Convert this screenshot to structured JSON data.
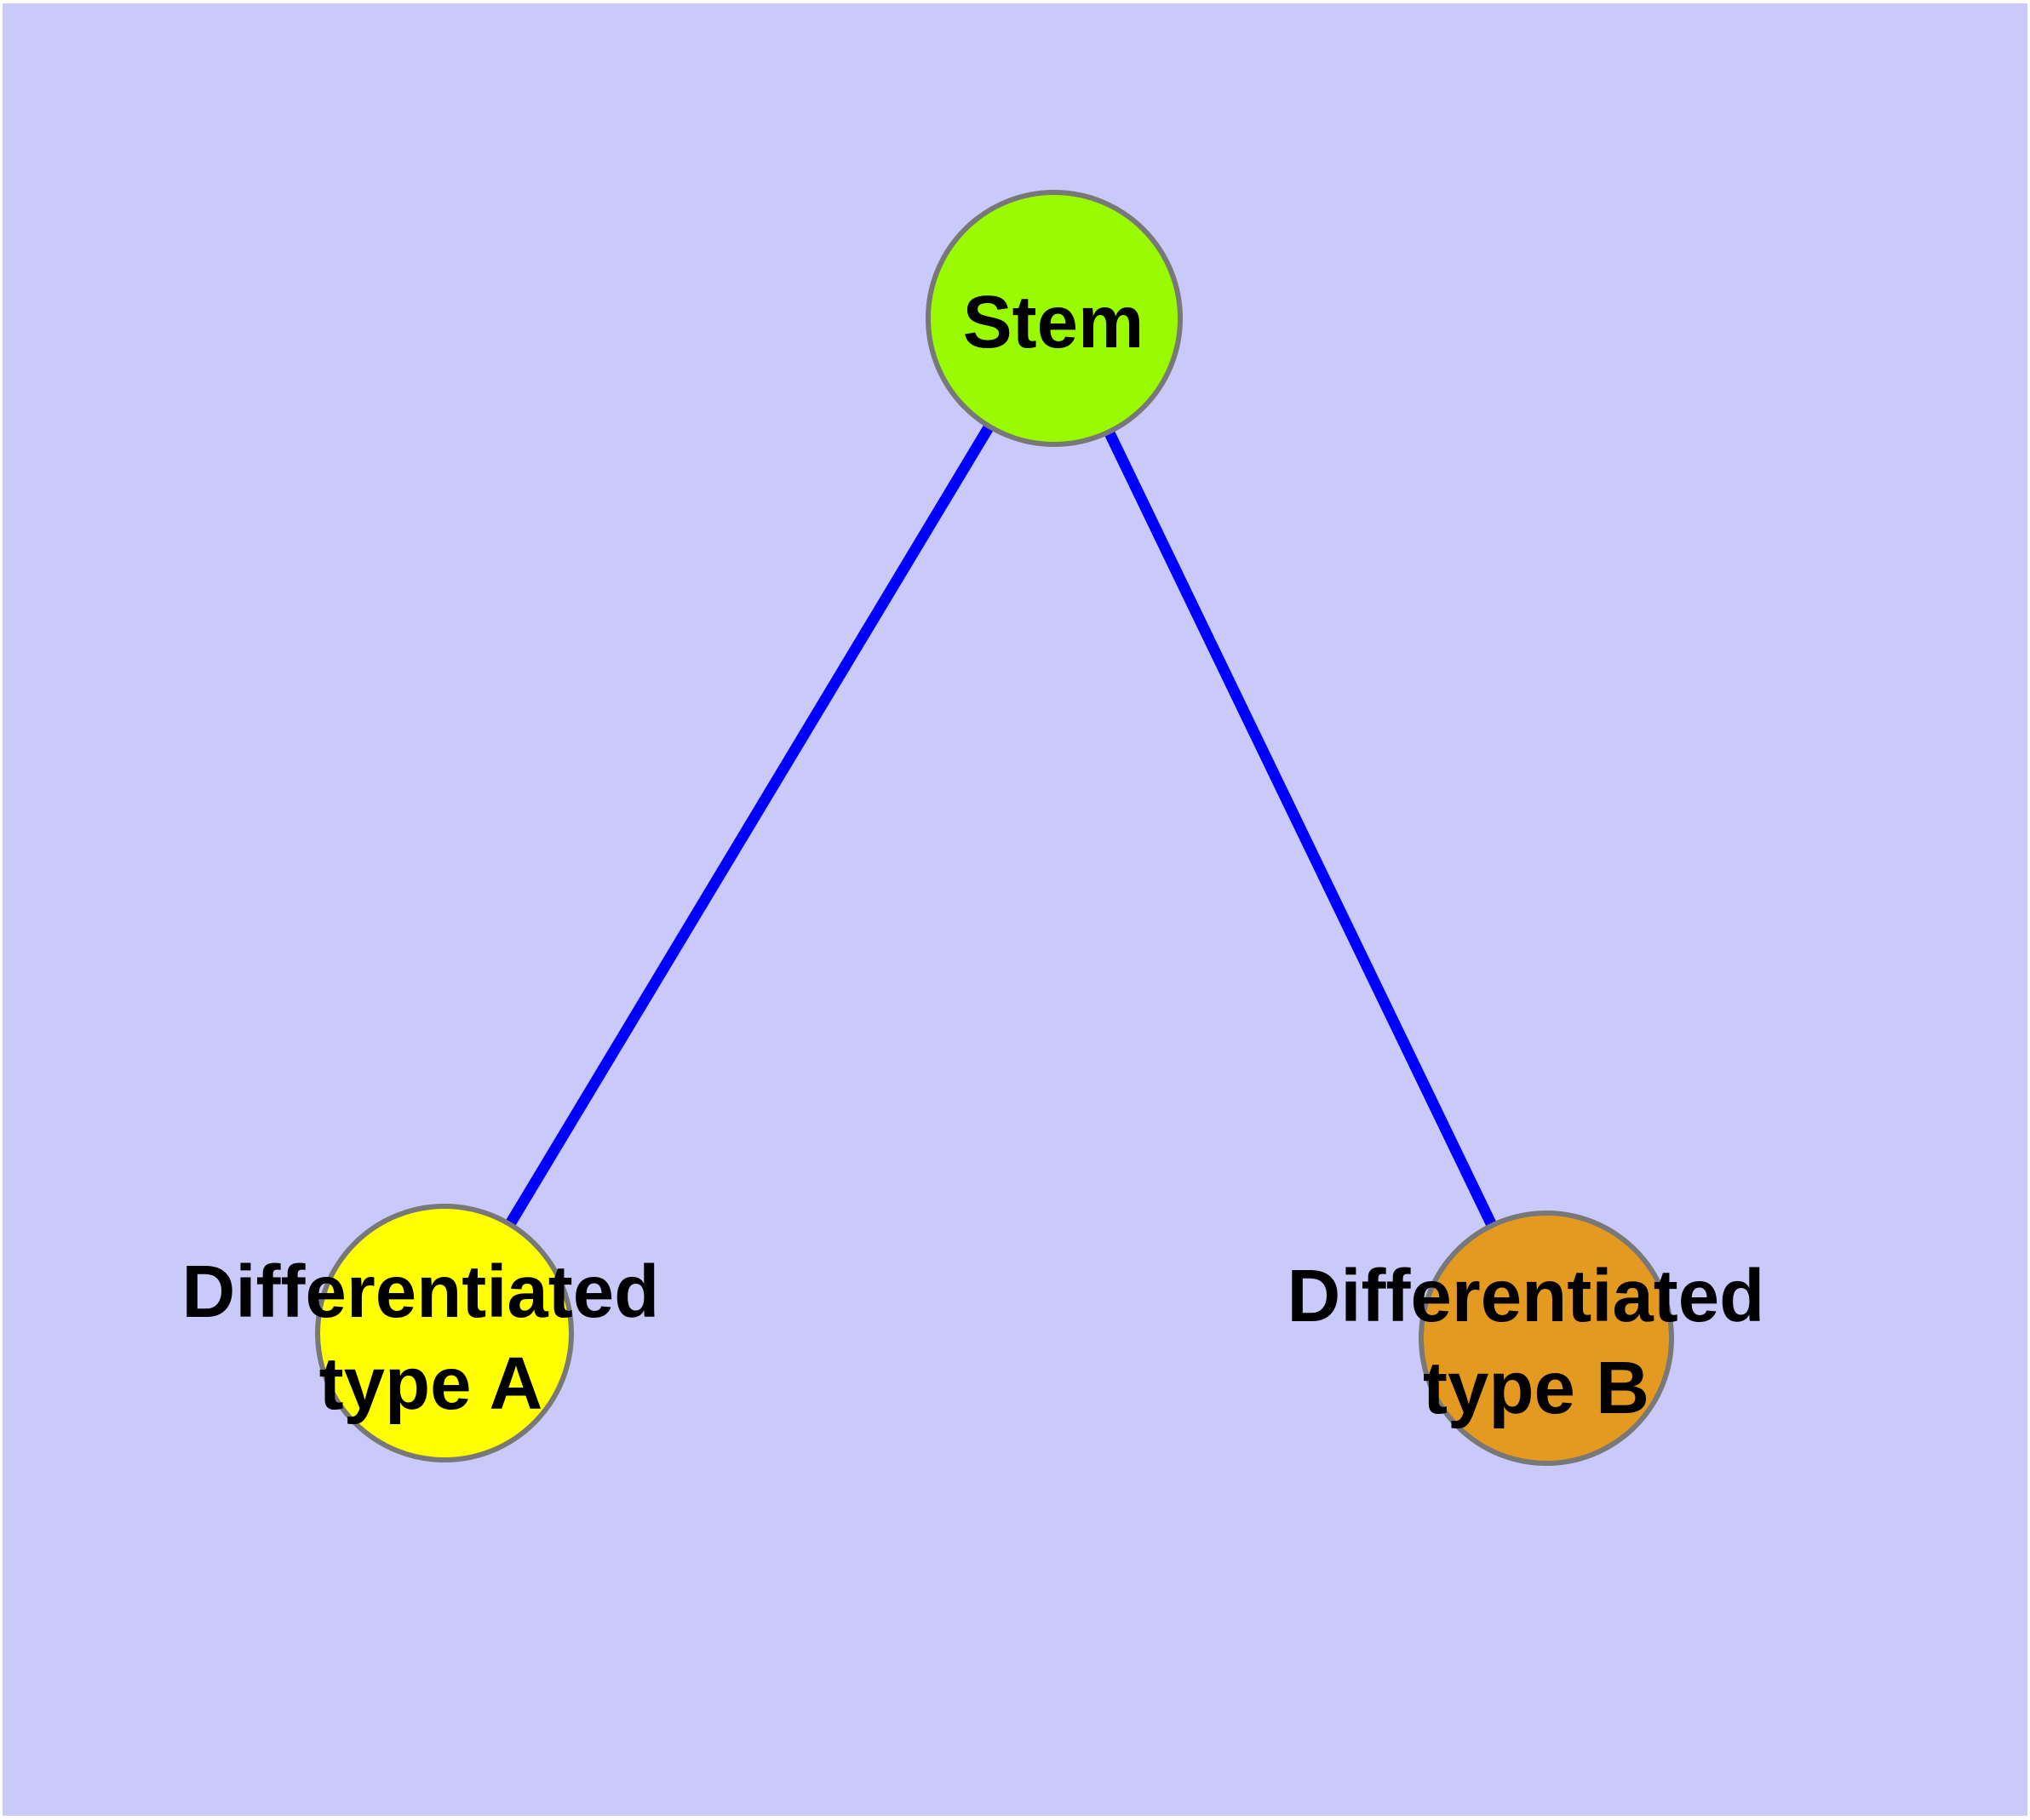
{
  "figure": {
    "title": "",
    "background_color": "#C9C9FA",
    "page_margin_color": "#FFFFFF",
    "edge_color": "#0000FF",
    "node_border_color": "#787878",
    "label_color": "#000000"
  },
  "nodes": {
    "stem": {
      "id": "stem",
      "label": "Stem",
      "fill": "#9AFB00"
    },
    "type_a": {
      "id": "type_a",
      "label": "Differentiated type A",
      "label_lines": [
        "Differentiated",
        "type A"
      ],
      "fill": "#FFFF00"
    },
    "type_b": {
      "id": "type_b",
      "label": "Differentiated type B",
      "label_lines": [
        "Differentiated",
        "type B"
      ],
      "fill": "#E49A21"
    }
  },
  "edges": [
    {
      "from": "Stem",
      "to": "Differentiated type A"
    },
    {
      "from": "Stem",
      "to": "Differentiated type B"
    }
  ]
}
